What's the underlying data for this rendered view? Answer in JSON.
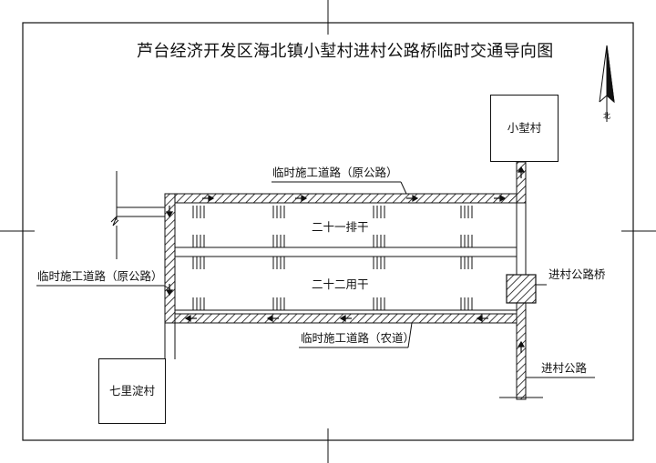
{
  "title": "芦台经济开发区海北镇小堼村进村公路桥临时交通导向图",
  "north_label": "北",
  "villages": {
    "top_right": "小堼村",
    "bottom_left": "七里淀村"
  },
  "roads": {
    "top": "临时施工道路（原公路）",
    "left": "临时施工道路（原公路）",
    "bottom": "临时施工道路（农道）",
    "village_road": "进村公路"
  },
  "bridge": "进村公路桥",
  "canals": {
    "upper": "二十一排干",
    "lower": "二十二用干"
  },
  "colors": {
    "line": "#111111",
    "hatch": "#111111",
    "background": "#ffffff"
  }
}
